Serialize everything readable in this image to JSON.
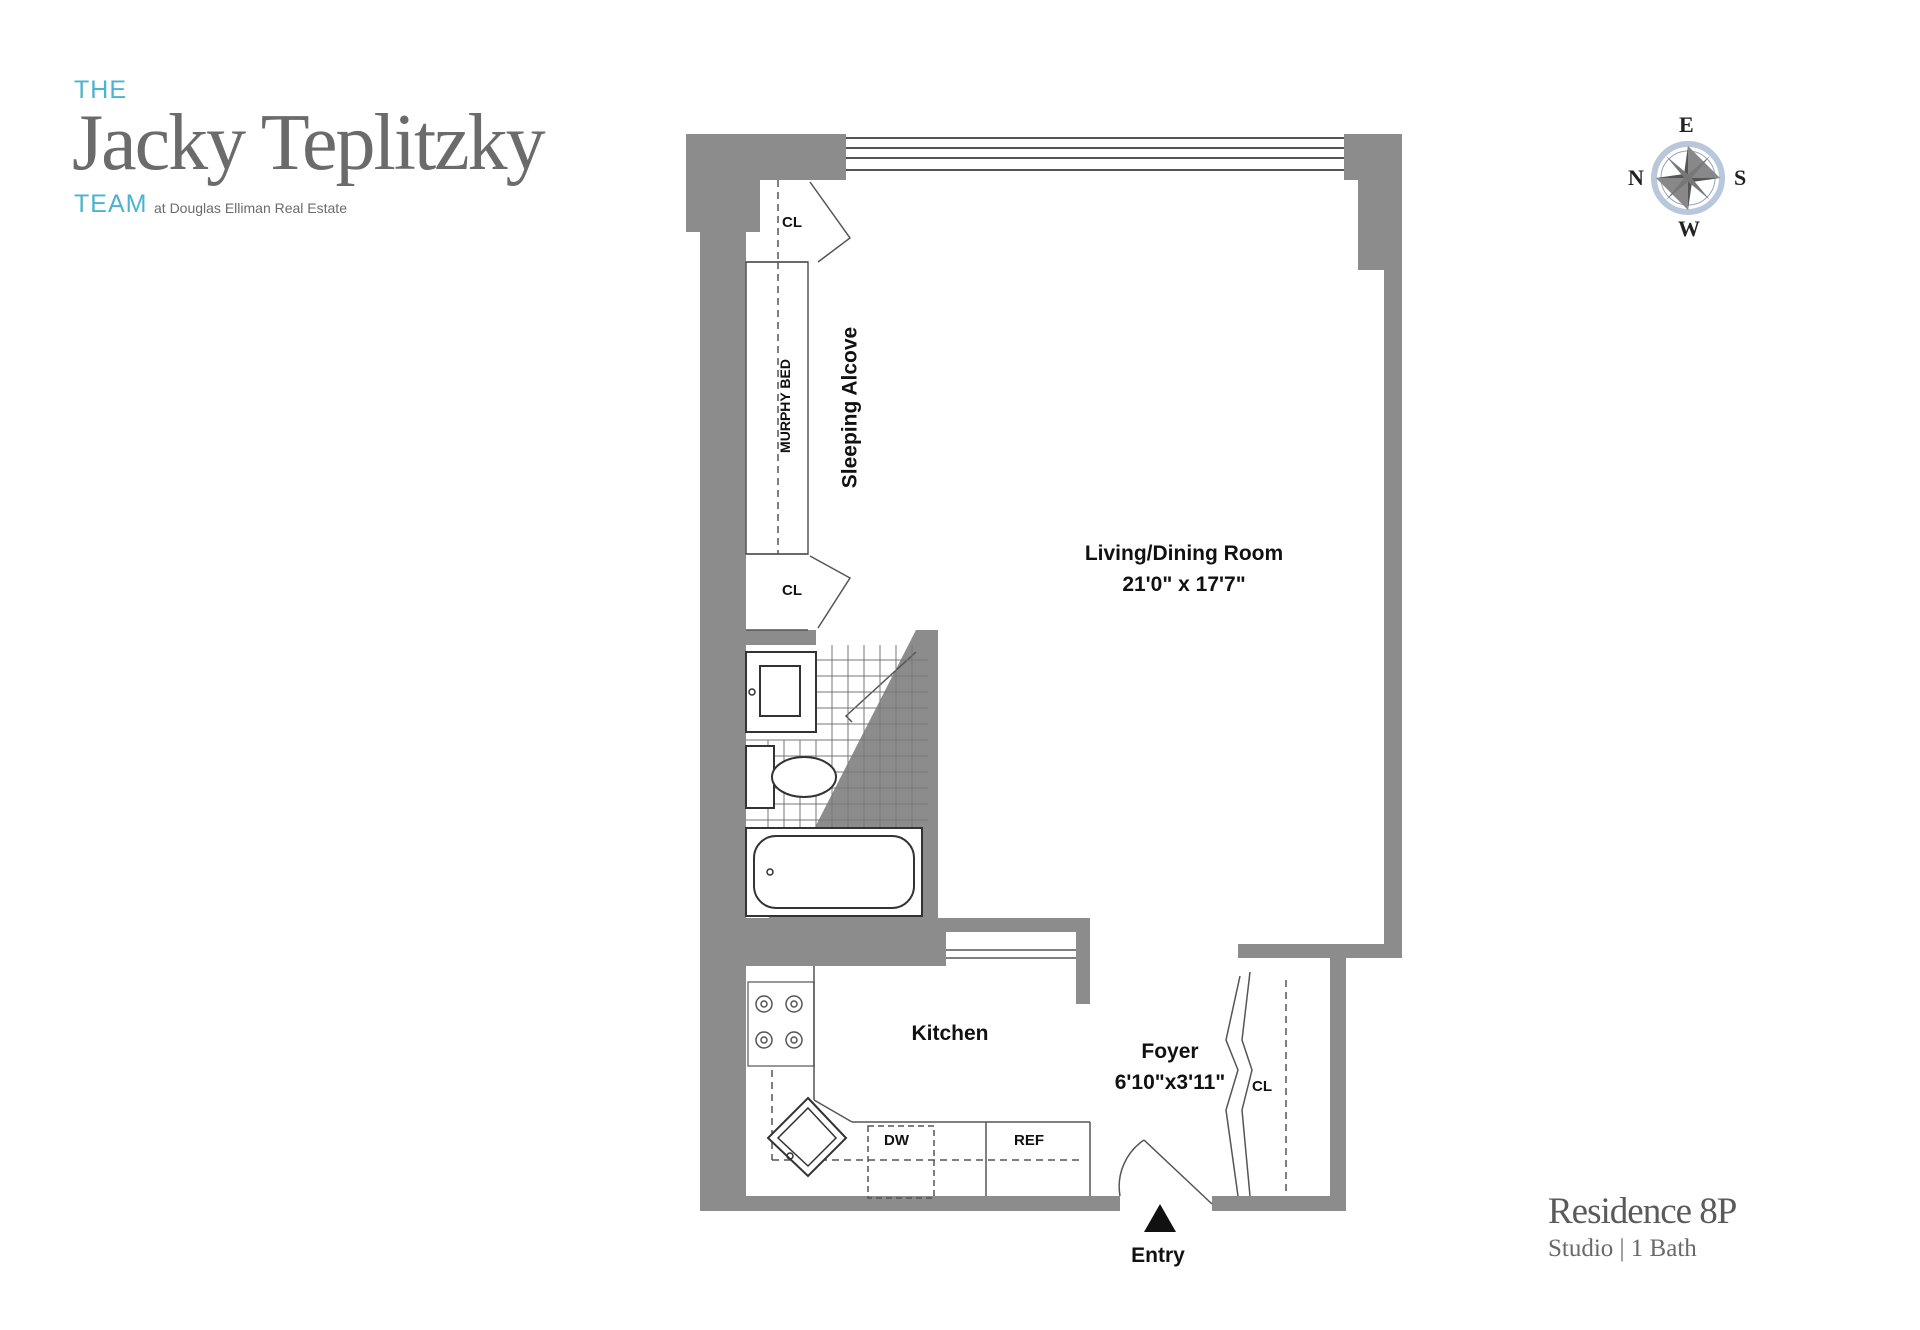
{
  "logo": {
    "the": "THE",
    "name": "Jacky Teplitzky",
    "team": "TEAM",
    "tagline": "at Douglas Elliman Real Estate",
    "accent_color": "#4bb3d1",
    "text_color": "#6b6b6b"
  },
  "compass": {
    "north": "N",
    "east": "E",
    "south": "S",
    "west": "W"
  },
  "rooms": {
    "living": {
      "name": "Living/Dining Room",
      "dims": "21'0\" x 17'7\""
    },
    "sleeping": {
      "name": "Sleeping Alcove"
    },
    "kitchen": {
      "name": "Kitchen"
    },
    "foyer": {
      "name": "Foyer",
      "dims": "6'10\"x3'11\""
    }
  },
  "fixtures": {
    "closet": "CL",
    "murphy_bed": "MURPHY BED",
    "dishwasher": "DW",
    "refrigerator": "REF"
  },
  "entry": "Entry",
  "residence": {
    "title": "Residence 8P",
    "subtitle": "Studio | 1 Bath"
  },
  "colors": {
    "wall": "#8c8c8d",
    "line": "#555555"
  }
}
